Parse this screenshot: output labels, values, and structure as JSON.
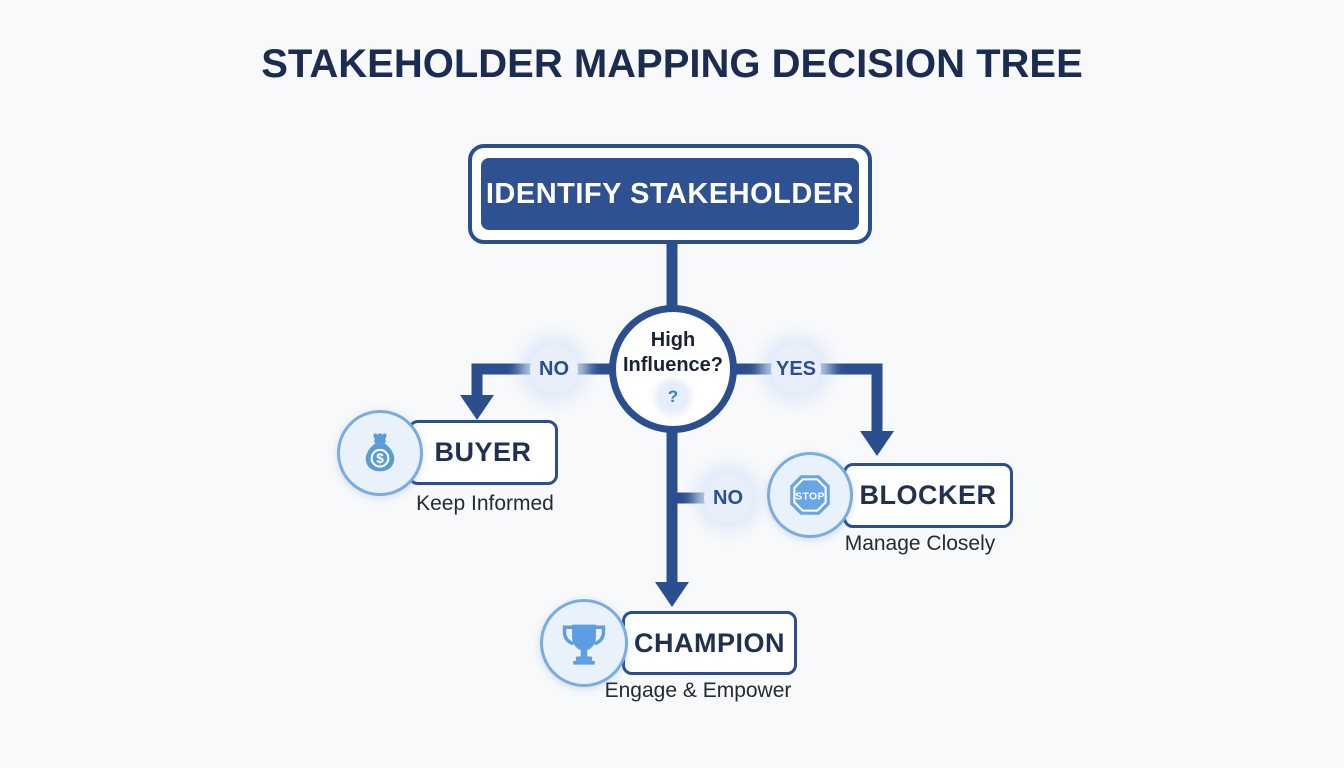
{
  "title": "STAKEHOLDER MAPPING DECISION TREE",
  "root": {
    "label": "IDENTIFY STAKEHOLDER"
  },
  "decision": {
    "question_line1": "High",
    "question_line2": "Influence?",
    "hint": "?"
  },
  "branch_labels": {
    "left": "NO",
    "right": "YES",
    "bottom": "NO"
  },
  "nodes": [
    {
      "label": "BUYER",
      "sublabel": "Keep Informed",
      "icon": "money-bag-icon",
      "icon_symbol": "$"
    },
    {
      "label": "BLOCKER",
      "sublabel": "Manage Closely",
      "icon": "stop-sign-icon",
      "icon_text": "STOP"
    },
    {
      "label": "CHAMPION",
      "sublabel": "Engage & Empower",
      "icon": "trophy-icon"
    }
  ],
  "colors": {
    "navy": "#2b4f8e",
    "navy_fill": "#2d5191",
    "title_text": "#1c2b50",
    "label_text": "#20304f",
    "icon_blue": "#5b9bd5",
    "badge_bg": "#e9effa",
    "icon_circle_bg": "#e9f1fb",
    "icon_circle_border": "#79ade0",
    "background": "#f7f9fb"
  }
}
